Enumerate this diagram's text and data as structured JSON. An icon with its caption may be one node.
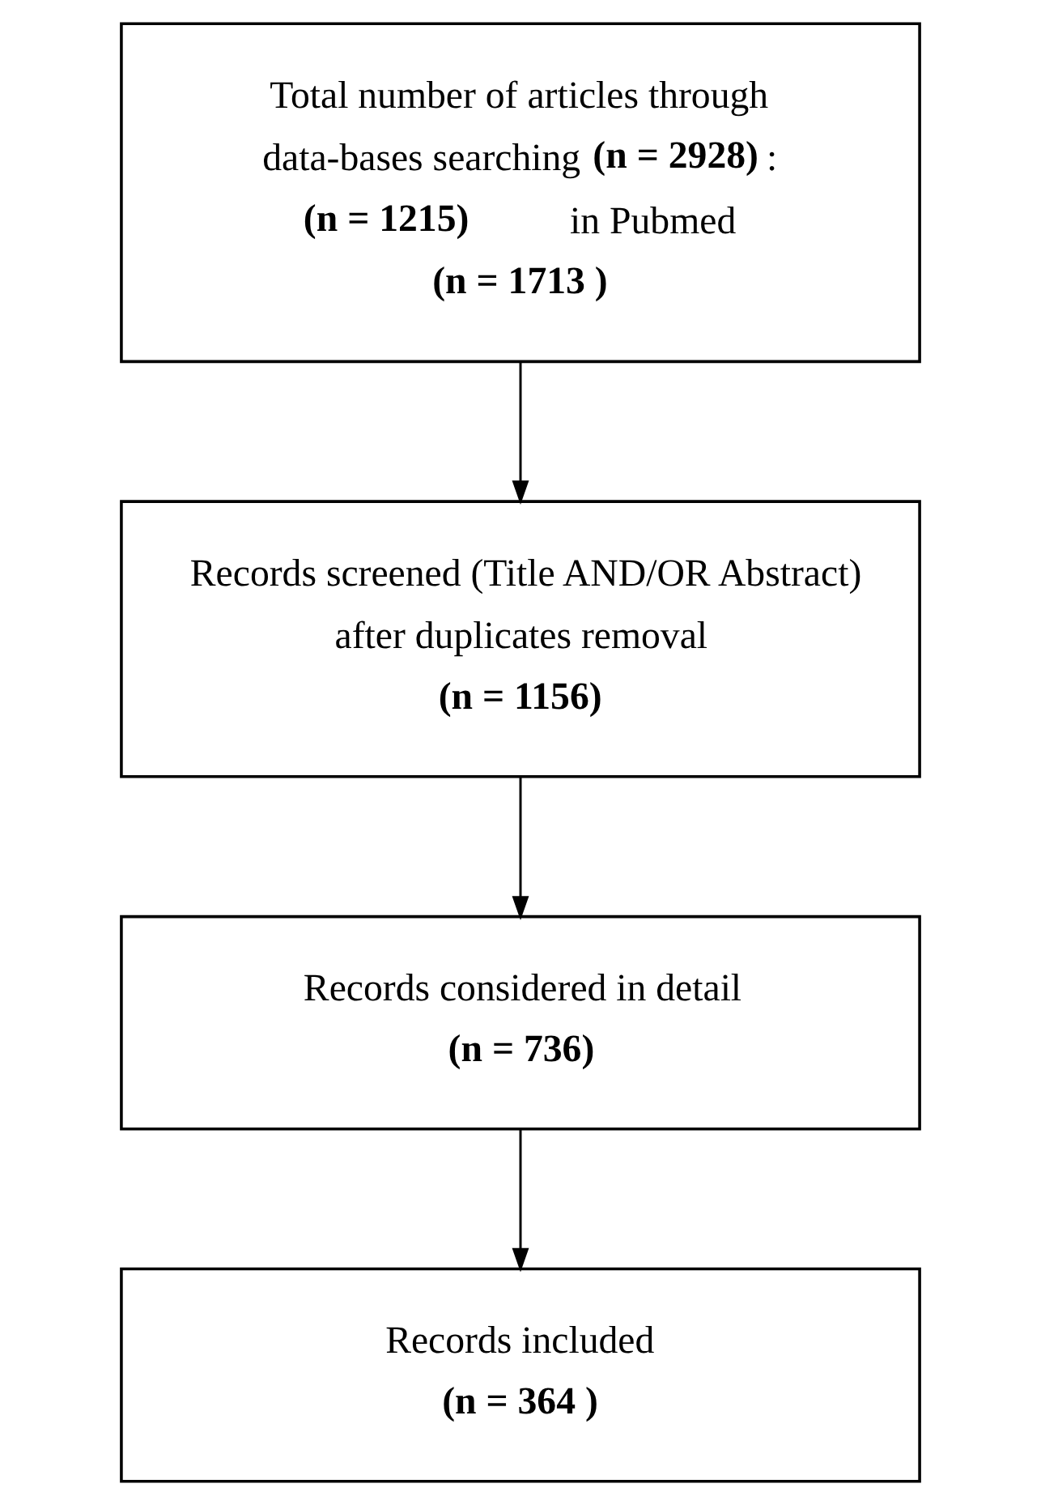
{
  "diagram": {
    "nodes": [
      {
        "text": [
          "Total number of articles through data-bases searching **(n = 2928)**:",
          "**(n = 1215)** in Pubmed",
          "**(n = 1713 )**"
        ]
      },
      {
        "text": [
          "Records screened (Title AND/OR Abstract) after duplicates removal",
          "**(n = 1156)**"
        ]
      },
      {
        "text": [
          "Records considered in detail",
          "**(n = 736)**"
        ]
      },
      {
        "text": [
          "Records included",
          "**(n = 364 )**"
        ]
      }
    ],
    "edges": [
      {
        "from": 0,
        "to": 1,
        "arrow": "to"
      },
      {
        "from": 1,
        "to": 2,
        "arrow": "to"
      },
      {
        "from": 2,
        "to": 3,
        "arrow": "to"
      }
    ]
  }
}
